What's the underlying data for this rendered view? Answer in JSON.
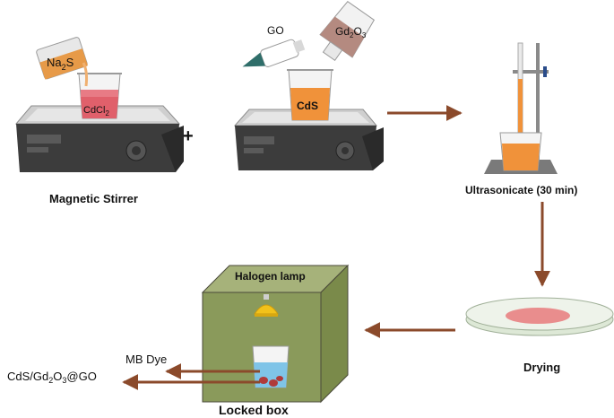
{
  "labels": {
    "stirrer_caption": "Magnetic Stirrer",
    "plus": "+",
    "na2s": "Na",
    "na2s_sub": "2",
    "na2s_end": "S",
    "cdcl2": "CdCl",
    "cdcl2_sub": "2",
    "go": "GO",
    "gd2o3": "Gd",
    "gd2o3_sub1": "2",
    "gd2o3_o": "O",
    "gd2o3_sub2": "3",
    "cds": "CdS",
    "ultrasonicate": "Ultrasonicate (30 min)",
    "drying": "Drying",
    "halogen_lamp": "Halogen lamp",
    "mb_dye": "MB Dye",
    "product": "CdS/Gd",
    "product_sub1": "2",
    "product_o": "O",
    "product_sub2": "3",
    "product_end": "@GO",
    "locked_box": "Locked box"
  },
  "colors": {
    "arrow": "#8b4a2b",
    "box_green": "#8a9a5b",
    "cds_orange": "#f0923a",
    "cdcl2_red": "#e0606b",
    "lamp_yellow": "#f2c21a",
    "water_blue": "#7fc4e8"
  }
}
